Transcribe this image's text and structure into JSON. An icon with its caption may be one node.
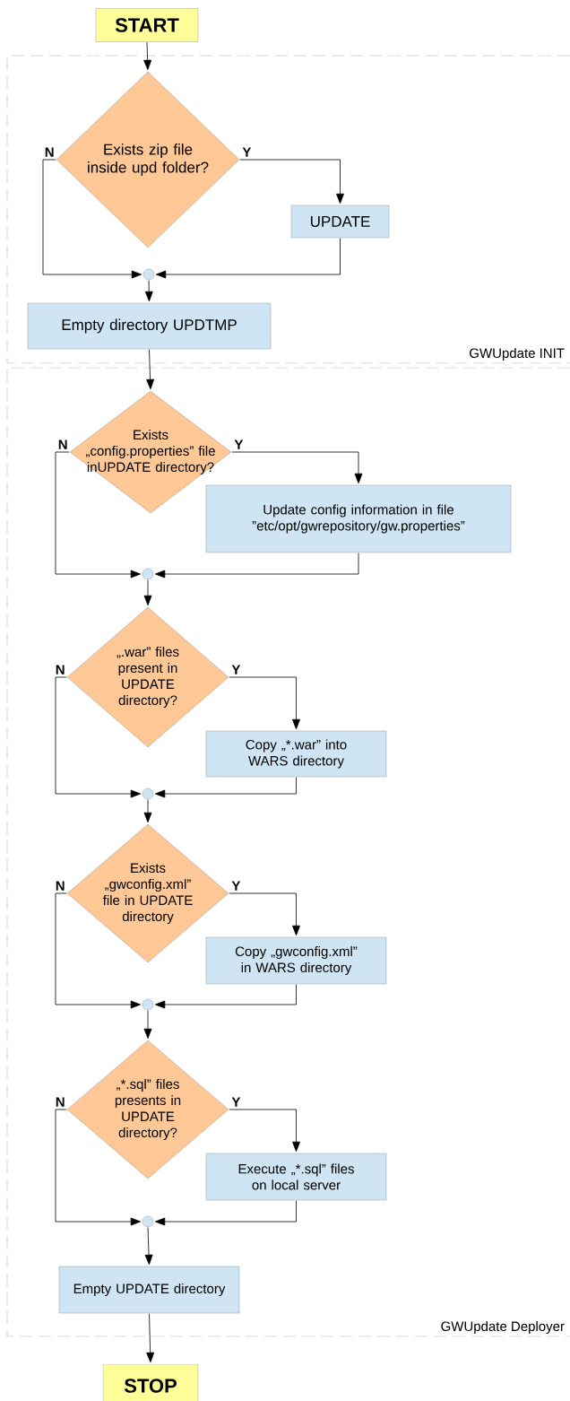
{
  "diagram": {
    "nodes": [
      {
        "text": [
          "START"
        ]
      },
      {
        "text": [
          "GWUpdate INIT"
        ]
      },
      {
        "text": [
          "Exists zip file inside upd folder?"
        ],
        "in": 1
      },
      {
        "text": [
          "UPDATE"
        ],
        "in": 1
      },
      {
        "text": [],
        "shape": "circle",
        "in": 1
      },
      {
        "text": [
          "Empty directory UPDTMP"
        ],
        "in": 1
      },
      {
        "text": [
          "GWUpdate Deployer"
        ]
      },
      {
        "text": [
          "Exists „config.properties” file inUPDATE directory?"
        ],
        "in": 6
      },
      {
        "text": [
          "Update config information in file ”etc/opt/gwrepository/gw.properties”"
        ],
        "in": 6
      },
      {
        "text": [],
        "shape": "circle",
        "in": 6
      },
      {
        "text": [
          "„.war” files present in UPDATE directory?"
        ],
        "in": 6
      },
      {
        "text": [
          "Copy „*.war” into WARS directory"
        ],
        "in": 6
      },
      {
        "text": [],
        "shape": "circle",
        "in": 6
      },
      {
        "text": [
          "Exists „gwconfig.xml” file in UPDATE directory"
        ],
        "in": 6
      },
      {
        "text": [
          "Copy „gwconfig.xml” in WARS directory"
        ],
        "in": 6
      },
      {
        "text": [],
        "shape": "circle",
        "in": 6
      },
      {
        "text": [
          "„*.sql” files presents in UPDATE directory?"
        ],
        "in": 6
      },
      {
        "text": [
          "Execute „*.sql” files on local server"
        ],
        "in": 6
      },
      {
        "text": [],
        "shape": "circle",
        "in": 6
      },
      {
        "text": [
          "Empty UPDATE directory"
        ],
        "in": 6
      },
      {
        "text": [
          "STOP"
        ]
      }
    ],
    "edges": [
      {
        "from": 0,
        "to": 2,
        "arrow": "to"
      },
      {
        "from": 2,
        "to": 3,
        "arrow": "to",
        "label": "Y"
      },
      {
        "from": 2,
        "to": 4,
        "arrow": "to",
        "label": "N"
      },
      {
        "from": 3,
        "to": 4,
        "arrow": "to"
      },
      {
        "from": 4,
        "to": 5,
        "arrow": "to"
      },
      {
        "from": 5,
        "to": 7,
        "arrow": "to"
      },
      {
        "from": 7,
        "to": 8,
        "arrow": "to",
        "label": "Y"
      },
      {
        "from": 7,
        "to": 9,
        "arrow": "to",
        "label": "N"
      },
      {
        "from": 8,
        "to": 9,
        "arrow": "to"
      },
      {
        "from": 9,
        "to": 10,
        "arrow": "to"
      },
      {
        "from": 10,
        "to": 11,
        "arrow": "to",
        "label": "Y"
      },
      {
        "from": 10,
        "to": 12,
        "arrow": "to",
        "label": "N"
      },
      {
        "from": 11,
        "to": 12,
        "arrow": "to"
      },
      {
        "from": 12,
        "to": 13,
        "arrow": "to"
      },
      {
        "from": 13,
        "to": 14,
        "arrow": "to",
        "label": "Y"
      },
      {
        "from": 13,
        "to": 15,
        "arrow": "to",
        "label": "N"
      },
      {
        "from": 14,
        "to": 15,
        "arrow": "to"
      },
      {
        "from": 15,
        "to": 16,
        "arrow": "to"
      },
      {
        "from": 16,
        "to": 17,
        "arrow": "to",
        "label": "Y"
      },
      {
        "from": 16,
        "to": 18,
        "arrow": "to",
        "label": "N"
      },
      {
        "from": 17,
        "to": 18,
        "arrow": "to"
      },
      {
        "from": 18,
        "to": 19,
        "arrow": "to"
      },
      {
        "from": 19,
        "to": 20,
        "arrow": "to"
      }
    ]
  }
}
